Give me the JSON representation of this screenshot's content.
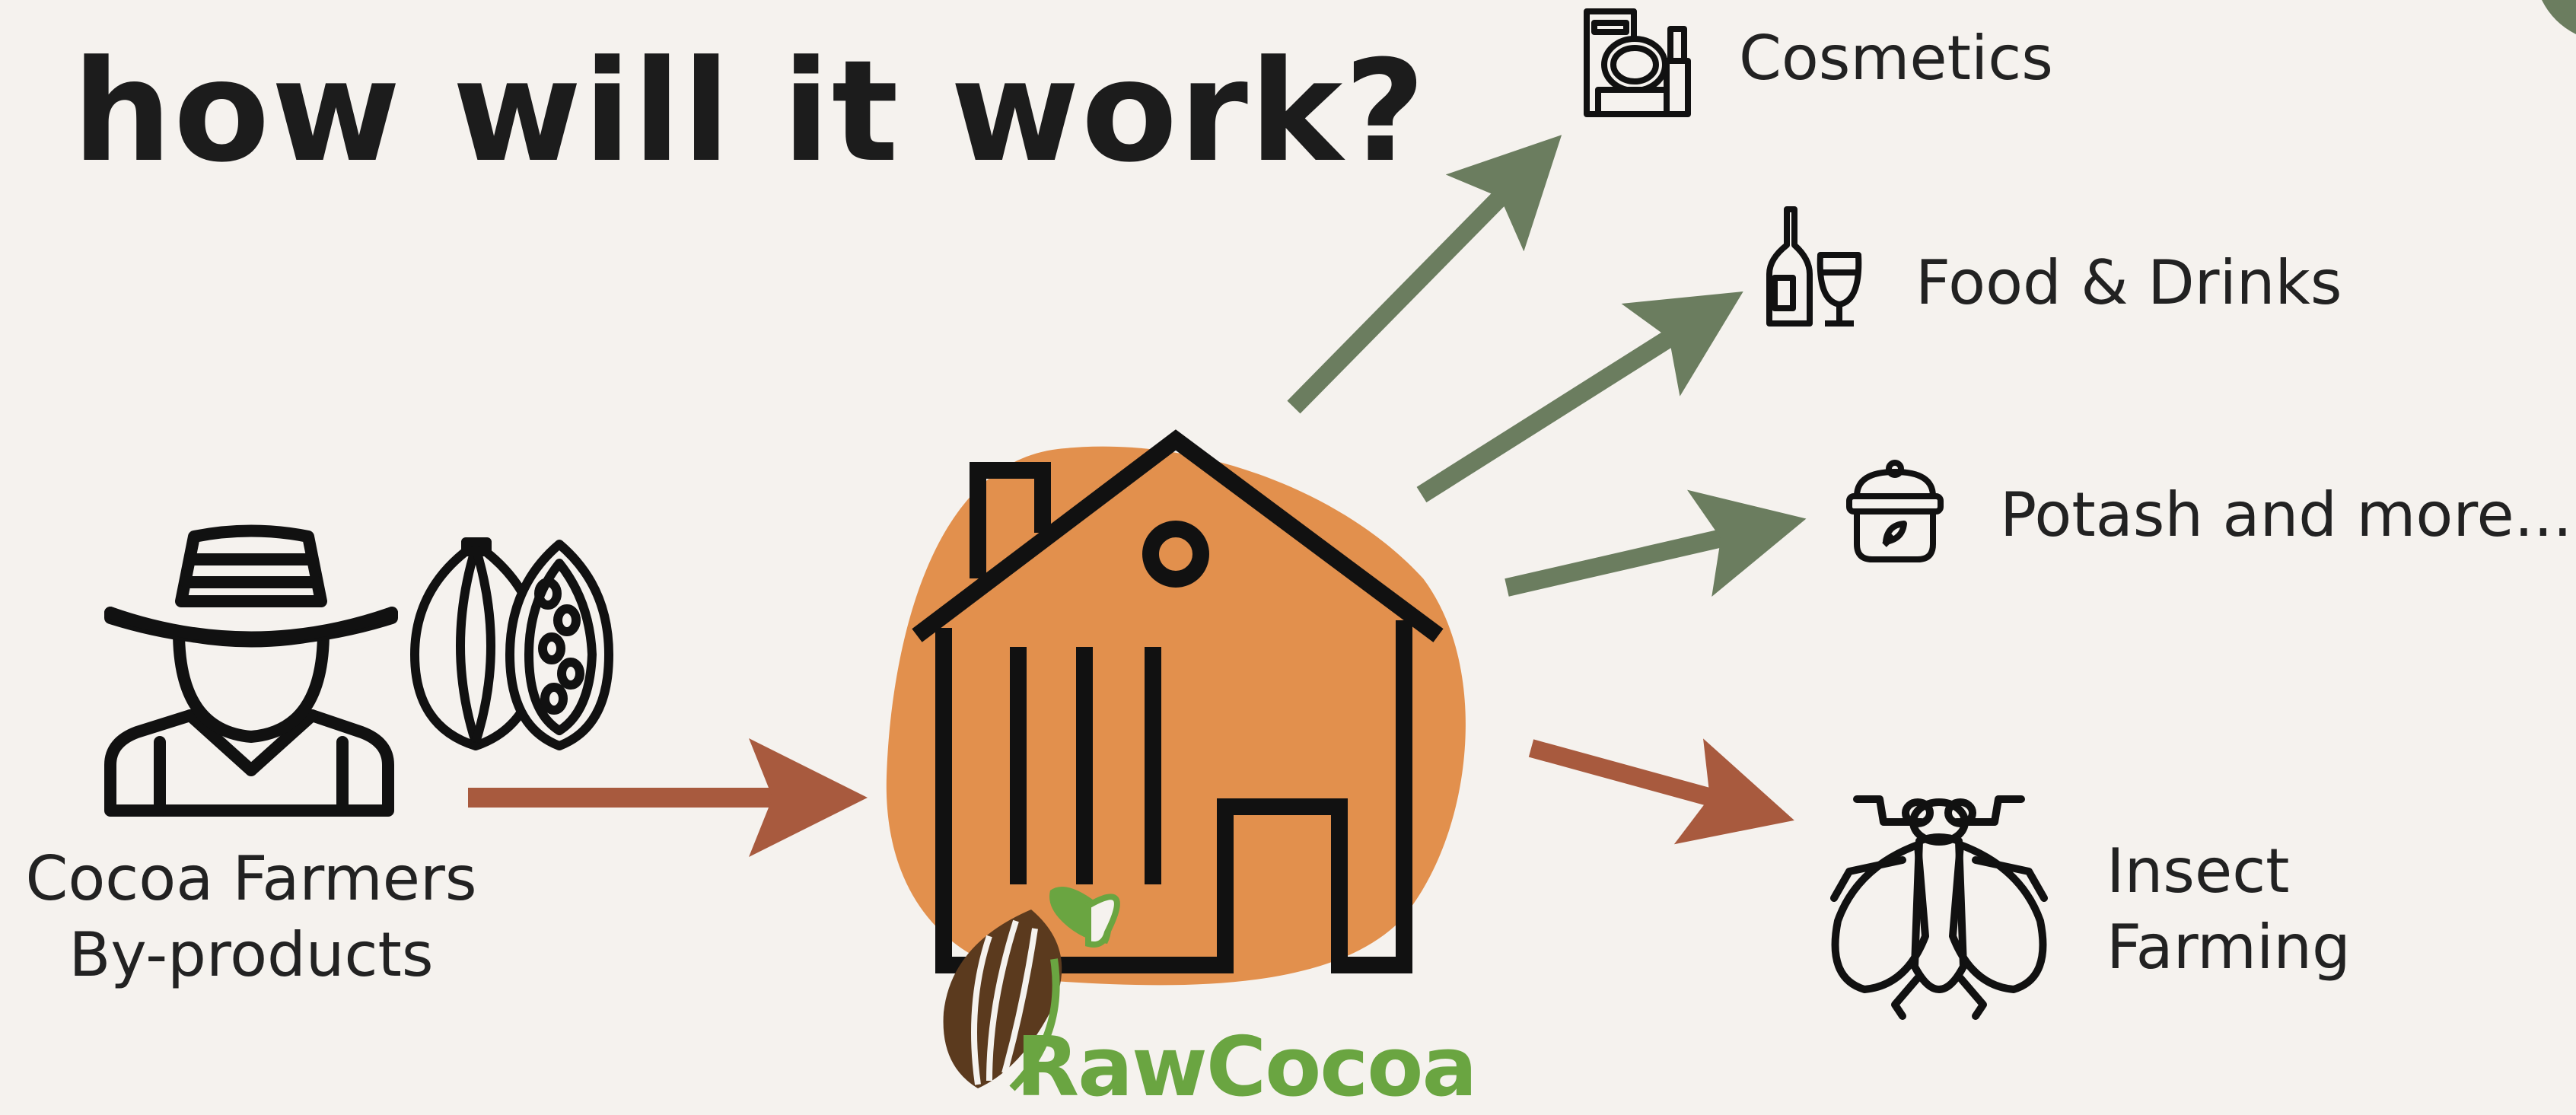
{
  "title": "how will it work?",
  "source": {
    "line1": "Cocoa Farmers",
    "line2": "By-products",
    "icon": "farmer-icon",
    "pod_icon": "cocoa-pod-icon"
  },
  "hub": {
    "icon": "house-icon",
    "brand": "RawCocoa"
  },
  "outputs": [
    {
      "label": "Cosmetics",
      "icon": "cosmetics-icon"
    },
    {
      "label": "Food & Drinks",
      "icon": "wine-bottle-icon"
    },
    {
      "label": "Potash and more...",
      "icon": "jar-icon"
    },
    {
      "label_line1": "Insect",
      "label_line2": "Farming",
      "icon": "fly-icon"
    }
  ],
  "colors": {
    "background": "#f5f2ee",
    "green_arrow": "#6b7d5f",
    "red_arrow": "#a85a3e",
    "blob": "#e2904d",
    "brand_green": "#6aa541",
    "brand_brown": "#5b3a1e"
  }
}
